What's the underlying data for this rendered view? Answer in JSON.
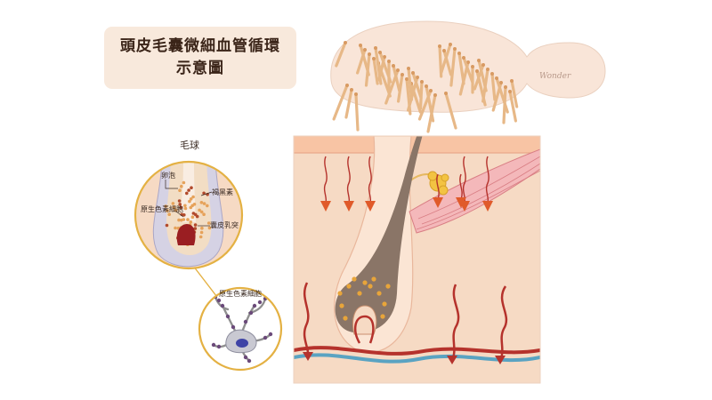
{
  "title": {
    "line1": "頭皮毛囊微細血管循環",
    "line2": "示意圖"
  },
  "brush": {
    "brand": "Wonder"
  },
  "bulb_inset": {
    "heading": "毛球",
    "labels": {
      "follicle": "卵泡",
      "melanin": "褐黑素",
      "melanocyte": "原生色素細胞",
      "papilla": "囊皮乳突"
    }
  },
  "cell_inset": {
    "label": "原生色素細胞"
  },
  "colors": {
    "title_bg": "#f8e9dc",
    "skin": "#f6dac4",
    "hair": "#8a7567",
    "artery": "#b5322c",
    "vein": "#5aa3c2",
    "arrow": "#e05a2a",
    "inset_ring": "#e4b143",
    "melanin_dot": "#e8a53a"
  }
}
